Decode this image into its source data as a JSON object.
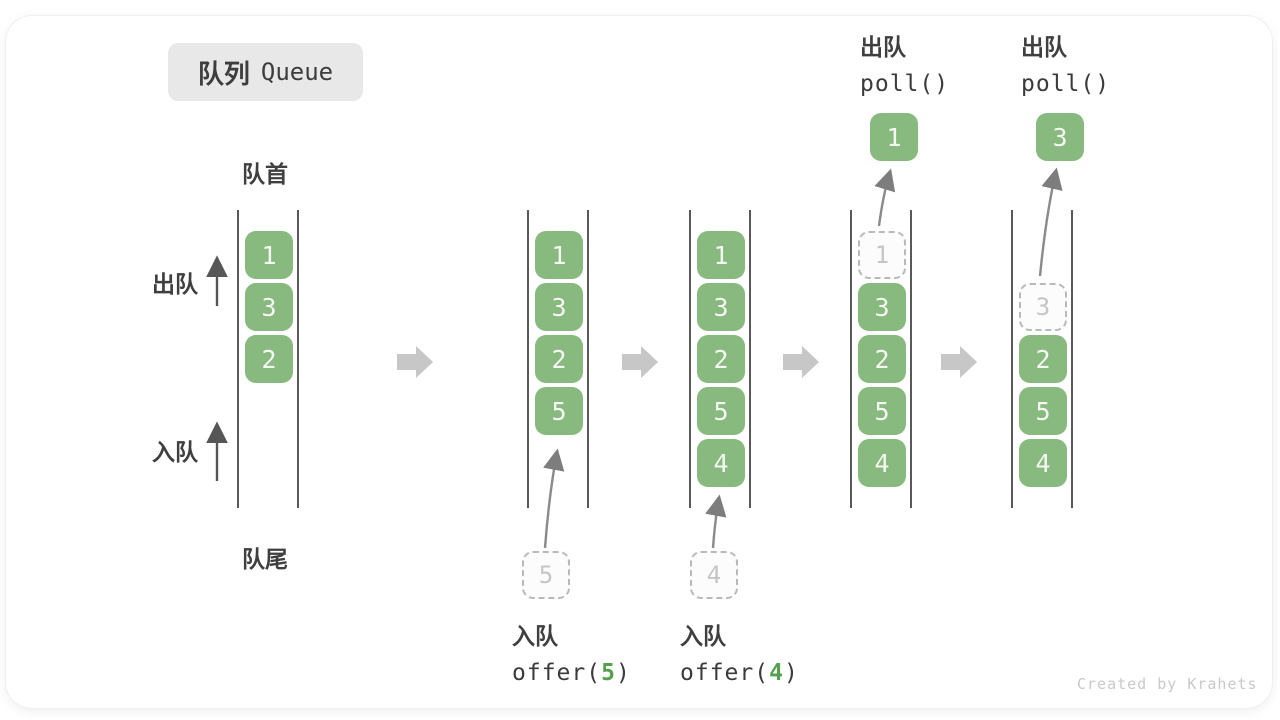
{
  "title": {
    "zh": "队列",
    "en": "Queue"
  },
  "side_labels": {
    "front": "队首",
    "rear": "队尾",
    "dequeue": "出队",
    "enqueue": "入队"
  },
  "queues": [
    {
      "name": "state-initial",
      "cells": [
        {
          "v": "1",
          "state": "filled"
        },
        {
          "v": "3",
          "state": "filled"
        },
        {
          "v": "2",
          "state": "filled"
        }
      ]
    },
    {
      "name": "state-after-offer-5",
      "cells": [
        {
          "v": "1",
          "state": "filled"
        },
        {
          "v": "3",
          "state": "filled"
        },
        {
          "v": "2",
          "state": "filled"
        },
        {
          "v": "5",
          "state": "filled"
        }
      ]
    },
    {
      "name": "state-after-offer-4",
      "cells": [
        {
          "v": "1",
          "state": "filled"
        },
        {
          "v": "3",
          "state": "filled"
        },
        {
          "v": "2",
          "state": "filled"
        },
        {
          "v": "5",
          "state": "filled"
        },
        {
          "v": "4",
          "state": "filled"
        }
      ]
    },
    {
      "name": "state-after-poll-1",
      "cells": [
        {
          "v": "1",
          "state": "removed"
        },
        {
          "v": "3",
          "state": "filled"
        },
        {
          "v": "2",
          "state": "filled"
        },
        {
          "v": "5",
          "state": "filled"
        },
        {
          "v": "4",
          "state": "filled"
        }
      ]
    },
    {
      "name": "state-after-poll-3",
      "cells": [
        {
          "v": "3",
          "state": "removed"
        },
        {
          "v": "2",
          "state": "filled"
        },
        {
          "v": "5",
          "state": "filled"
        },
        {
          "v": "4",
          "state": "filled"
        }
      ]
    }
  ],
  "operations": {
    "enqueue5": {
      "label": "入队",
      "code_pre": "offer(",
      "arg": "5",
      "code_post": ")",
      "ghost_value": "5"
    },
    "enqueue4": {
      "label": "入队",
      "code_pre": "offer(",
      "arg": "4",
      "code_post": ")",
      "ghost_value": "4"
    },
    "poll1": {
      "label": "出队",
      "code": "poll()",
      "popped_value": "1"
    },
    "poll2": {
      "label": "出队",
      "code": "poll()",
      "popped_value": "3"
    }
  },
  "watermark": "Created by Krahets",
  "colors": {
    "cell_green": "#88b97e",
    "cell_text": "#f5f7f3",
    "arg_green": "#55a04e",
    "ghost_border": "#b9b9b9",
    "ghost_text": "#c5c5c5",
    "block_arrow": "#c7c7c7",
    "thin_arrow": "#7d7d7d",
    "label_text": "#3f3f3f",
    "title_bg": "#e8e8e8",
    "queue_line": "#595959"
  }
}
